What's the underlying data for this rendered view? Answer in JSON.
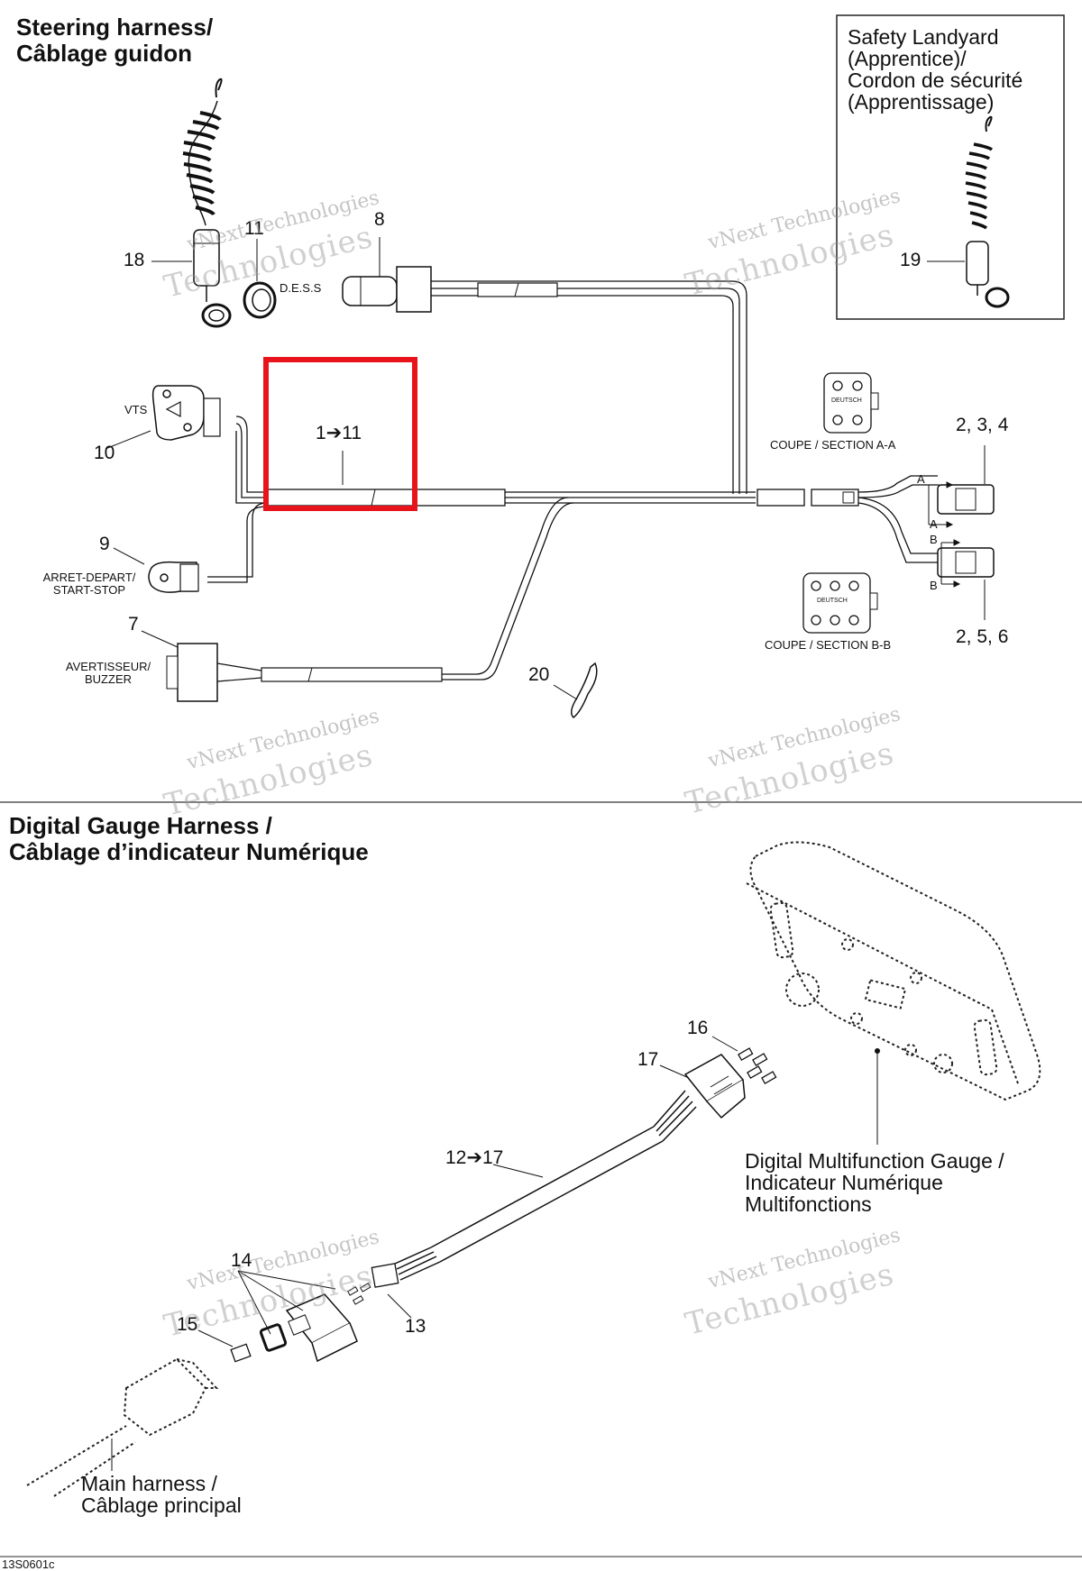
{
  "top_section": {
    "title_line1": "Steering harness/",
    "title_line2": "Câblage guidon"
  },
  "landyard_box": {
    "line1": "Safety Landyard",
    "line2": "(Apprentice)/",
    "line3": "Cordon de sécurité",
    "line4": "(Apprentissage)",
    "callout": "19"
  },
  "callouts": {
    "c18": "18",
    "c11": "11",
    "c8": "8",
    "c10": "10",
    "c9": "9",
    "c7": "7",
    "c20": "20",
    "c234": "2, 3, 4",
    "c256": "2, 5, 6",
    "highlight": "1➔11"
  },
  "labels": {
    "dess": "D.E.S.S",
    "vts": "VTS",
    "start_stop_1": "ARRET-DEPART/",
    "start_stop_2": "START-STOP",
    "buzzer_1": "AVERTISSEUR/",
    "buzzer_2": "BUZZER",
    "section_aa": "COUPE / SECTION A-A",
    "section_bb": "COUPE / SECTION B-B",
    "deutsch": "DEUTSCH",
    "a": "A",
    "b": "B"
  },
  "watermark": {
    "line1": "vNext Technologies",
    "line2": "Technologies"
  },
  "bottom_section": {
    "title_line1": "Digital Gauge Harness /",
    "title_line2": "Câblage d’indicateur Numérique",
    "c16": "16",
    "c17": "17",
    "c1217": "12➔17",
    "c14": "14",
    "c15": "15",
    "c13": "13",
    "gauge_line1": "Digital Multifunction Gauge /",
    "gauge_line2": "Indicateur Numérique",
    "gauge_line3": "Multifonctions",
    "main_line1": "Main harness /",
    "main_line2": "Câblage principal"
  },
  "footer": {
    "code": "13S0601c"
  },
  "colors": {
    "highlight": "#e8141c",
    "line": "#111111"
  }
}
